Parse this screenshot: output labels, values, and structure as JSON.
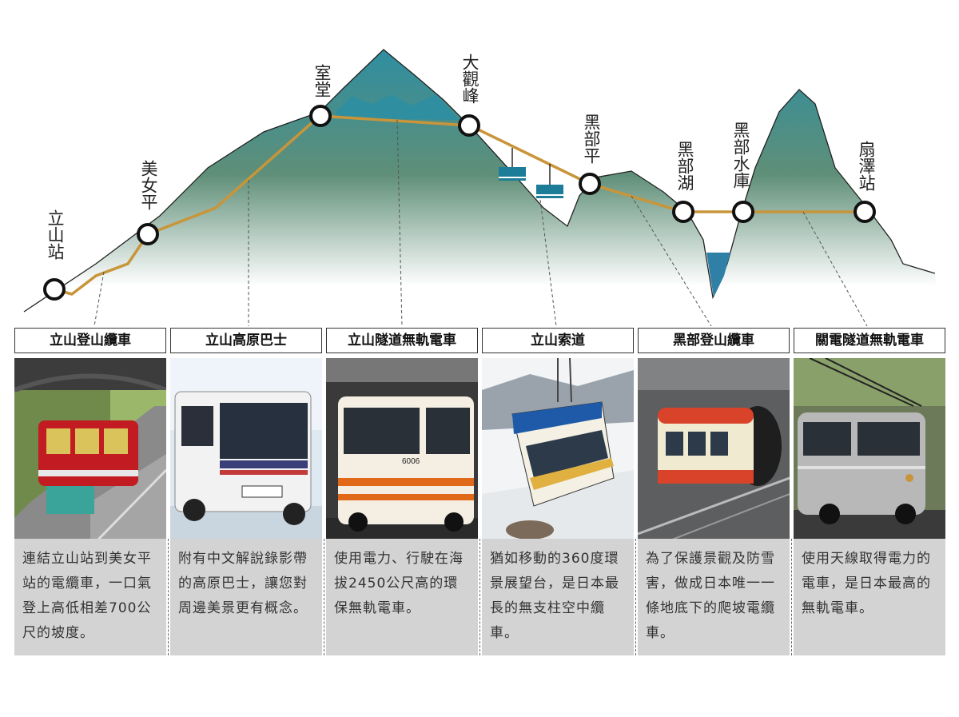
{
  "colors": {
    "track": "#c8953a",
    "mountain_top": "#2f8ea0",
    "mountain_mid": "#5f8f78",
    "lake": "#2f7fa6",
    "station_ring": "#111111",
    "description_bg": "#d3d3d3"
  },
  "stations": [
    {
      "id": "tateyama",
      "label": "立山站"
    },
    {
      "id": "bijodaira",
      "label": "美女平"
    },
    {
      "id": "murodo",
      "label": "室堂"
    },
    {
      "id": "daikanbo",
      "label": "大觀峰"
    },
    {
      "id": "kurobedaira",
      "label": "黑部平"
    },
    {
      "id": "kurobeko",
      "label": "黑部湖"
    },
    {
      "id": "kurobedam",
      "label": "黑部水庫"
    },
    {
      "id": "ogizawa",
      "label": "扇澤站"
    }
  ],
  "transports": [
    {
      "title": "立山登山纜車",
      "photo_icon": "red-cable-car-icon",
      "description": "連結立山站到美女平站的電纜車，一口氣登上高低相差700公尺的坡度。"
    },
    {
      "title": "立山高原巴士",
      "photo_icon": "highland-bus-icon",
      "description": "附有中文解說錄影帶的高原巴士，讓您對周邊美景更有概念。"
    },
    {
      "title": "立山隧道無軌電車",
      "photo_icon": "tunnel-trolleybus-icon",
      "bus_number": "6006",
      "description": "使用電力、行駛在海拔2450公尺高的環保無軌電車。"
    },
    {
      "title": "立山索道",
      "photo_icon": "ropeway-gondola-icon",
      "description": "猶如移動的360度環景展望台，是日本最長的無支柱空中纜車。"
    },
    {
      "title": "黑部登山纜車",
      "photo_icon": "underground-cable-car-icon",
      "description": "為了保護景觀及防雪害，做成日本唯一一條地底下的爬坡電纜車。"
    },
    {
      "title": "關電隧道無軌電車",
      "photo_icon": "kanden-trolleybus-icon",
      "description": "使用天線取得電力的電車，是日本最高的無軌電車。"
    }
  ]
}
